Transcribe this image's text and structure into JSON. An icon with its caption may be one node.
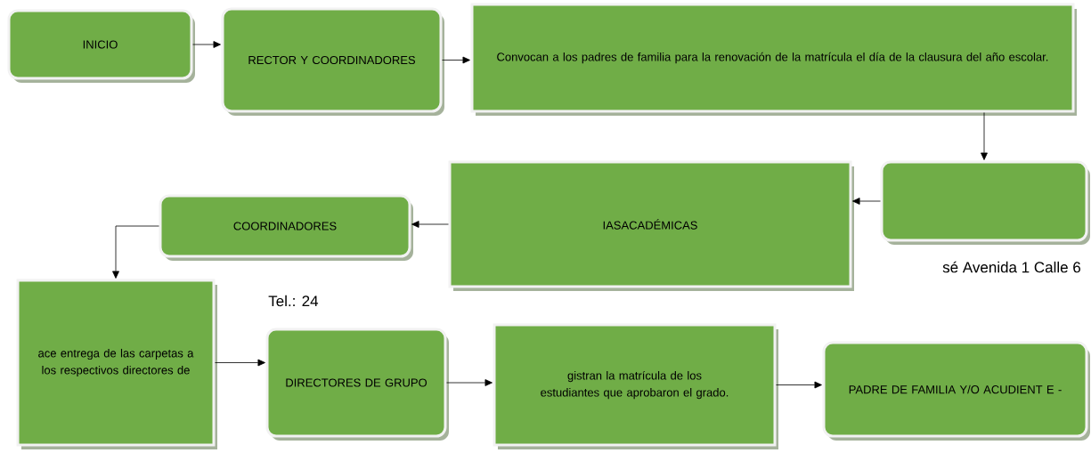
{
  "diagram": {
    "nodes": [
      {
        "text": [
          "INICIO"
        ]
      },
      {
        "text": [
          "RECTOR Y COORDINADORES"
        ]
      },
      {
        "text": [
          "Convocan a los padres de familia para la renovación de la matrícula el día de la clausura del año escolar."
        ]
      },
      {
        "text": [],
        "shape": "box"
      },
      {
        "text": [
          "IASACADÉMICAS"
        ]
      },
      {
        "text": [
          "COORDINADORES"
        ]
      },
      {
        "text": [
          "ace entrega de las carpetas a los respectivos directores de"
        ]
      },
      {
        "text": [
          "DIRECTORES DE GRUPO"
        ]
      },
      {
        "text": [
          "gistran la matrícula de los estudiantes que aprobaron el grado."
        ]
      },
      {
        "text": [
          "PADRE DE FAMILIA Y/O ACUDIENT E -"
        ]
      }
    ],
    "edges": [
      {
        "from": 0,
        "to": 1,
        "arrow": "to"
      },
      {
        "from": 1,
        "to": 2,
        "arrow": "to"
      },
      {
        "from": 2,
        "to": 3,
        "arrow": "to"
      },
      {
        "from": 3,
        "to": 4,
        "arrow": "to"
      },
      {
        "from": 4,
        "to": 5,
        "arrow": "to"
      },
      {
        "from": 5,
        "to": 6,
        "arrow": "to"
      },
      {
        "from": 6,
        "to": 7,
        "arrow": "to"
      },
      {
        "from": 7,
        "to": 8,
        "arrow": "to"
      },
      {
        "from": 8,
        "to": 9,
        "arrow": "to"
      }
    ],
    "labels": [
      "sé Avenida 1 Calle 6",
      "Tel.: 24"
    ]
  }
}
